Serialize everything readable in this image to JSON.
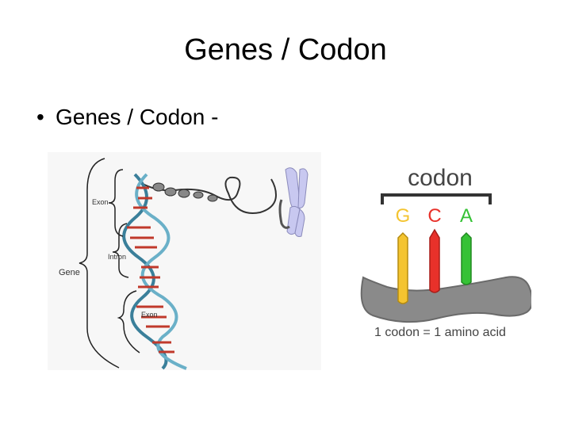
{
  "slide": {
    "title": "Genes / Codon",
    "bullet": "Genes / Codon -"
  },
  "gene_figure": {
    "labels": {
      "exon_top": "Exon",
      "intron": "Intron",
      "gene": "Gene",
      "exon_bottom": "Exon"
    },
    "colors": {
      "strand": "#3a7f9a",
      "rung": "#c0392b",
      "chromosome": "#c8c8f0"
    }
  },
  "codon_figure": {
    "title": "codon",
    "bases": [
      {
        "letter": "G",
        "color": "#f4c430"
      },
      {
        "letter": "C",
        "color": "#e8312a"
      },
      {
        "letter": "A",
        "color": "#35c235"
      }
    ],
    "caption": "1 codon = 1 amino acid",
    "colors": {
      "ribbon": "#8a8a8a"
    }
  }
}
